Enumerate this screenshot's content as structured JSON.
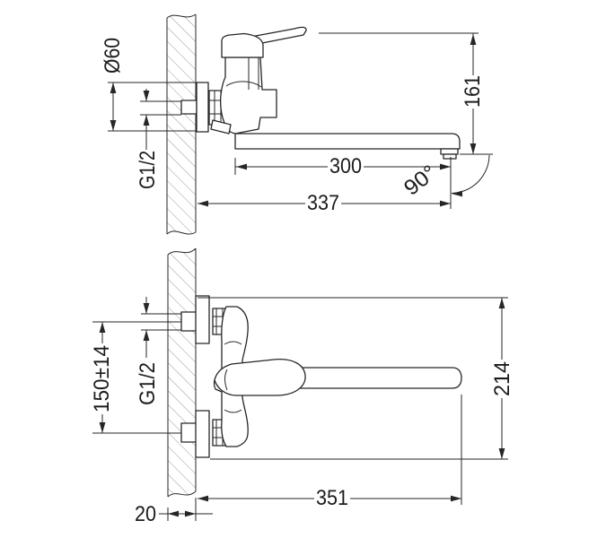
{
  "drawing": {
    "kind": "wall-mounted bath mixer faucet installation dimensions, two views"
  },
  "upper_view": {
    "diameter_label": "Ø60",
    "thread_label": "G1/2",
    "height_label": "161",
    "reach_label": "300",
    "angle_label": "90°",
    "total_label": "337"
  },
  "lower_view": {
    "spacing_label": "150±14",
    "thread_label": "G1/2",
    "height_label": "214",
    "length_label": "351",
    "offset_label": "20"
  },
  "colors": {
    "line": "#262626",
    "text": "#1c1c1c",
    "hatch": "#9a9a9a",
    "background": "#ffffff"
  }
}
